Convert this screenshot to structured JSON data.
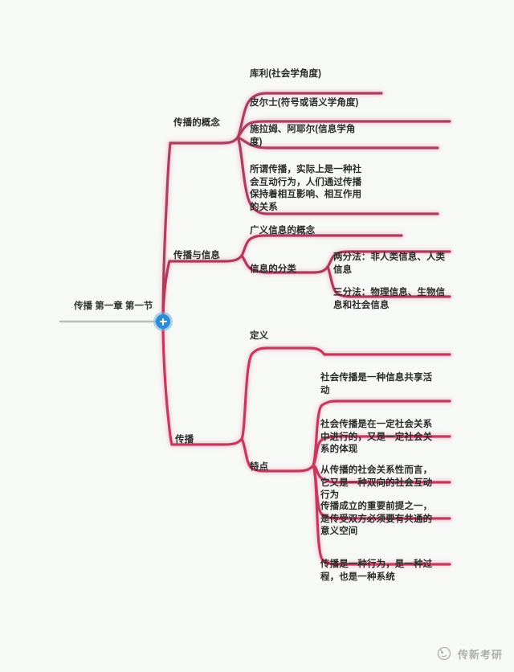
{
  "theme": {
    "background": "#f7f9f6",
    "branch_color_upper": "#a8405f",
    "branch_color_lower": "#c23a5e",
    "branch_glow": "#f6ccd8",
    "root_stub_color": "#b9bdb9",
    "text_color": "#2b2b2b",
    "plus_button_color": "#2d8ad4"
  },
  "root": {
    "label": "传播 第一章 第一节",
    "expand_button": "plus-icon"
  },
  "branches": [
    {
      "id": "concept",
      "label": "传播的概念",
      "children": [
        {
          "id": "cooley",
          "label": "库利(社会学角度)"
        },
        {
          "id": "peirce",
          "label": "皮尔士(符号或语义学角度)"
        },
        {
          "id": "schramm",
          "label": "施拉姆、阿耶尔(信息学角\n度)"
        },
        {
          "id": "definition-text",
          "label": "所谓传播，实际上是一种社\n会互动行为，人们通过传播\n保持着相互影响、相互作用\n的关系"
        }
      ]
    },
    {
      "id": "info",
      "label": "传播与信息",
      "children": [
        {
          "id": "broad-info",
          "label": "广义信息的概念"
        },
        {
          "id": "info-classify",
          "label": "信息的分类",
          "children": [
            {
              "id": "two-way",
              "label": "两分法：非人类信息、人类\n信息"
            },
            {
              "id": "three-way",
              "label": "三分法：物理信息、生物信\n息和社会信息"
            }
          ]
        }
      ]
    },
    {
      "id": "chuanbo",
      "label": "传播",
      "children": [
        {
          "id": "def",
          "label": "定义"
        },
        {
          "id": "features",
          "label": "特点",
          "children": [
            {
              "id": "f1",
              "label": "社会传播是一种信息共享活\n动"
            },
            {
              "id": "f2",
              "label": "社会传播是在一定社会关系\n中进行的，又是一定社会关\n系的体现"
            },
            {
              "id": "f3",
              "label": "从传播的社会关系性而言，\n它又是一种双向的社会互动\n行为"
            },
            {
              "id": "f4",
              "label": "传播成立的重要前提之一，\n是传受双方必须要有共通的\n意义空间"
            },
            {
              "id": "f5",
              "label": "传播是一种行为，是一种过\n程，也是一种系统"
            }
          ]
        }
      ]
    }
  ],
  "watermark": {
    "text": "传新考研",
    "logo": "circle-logo-icon"
  }
}
